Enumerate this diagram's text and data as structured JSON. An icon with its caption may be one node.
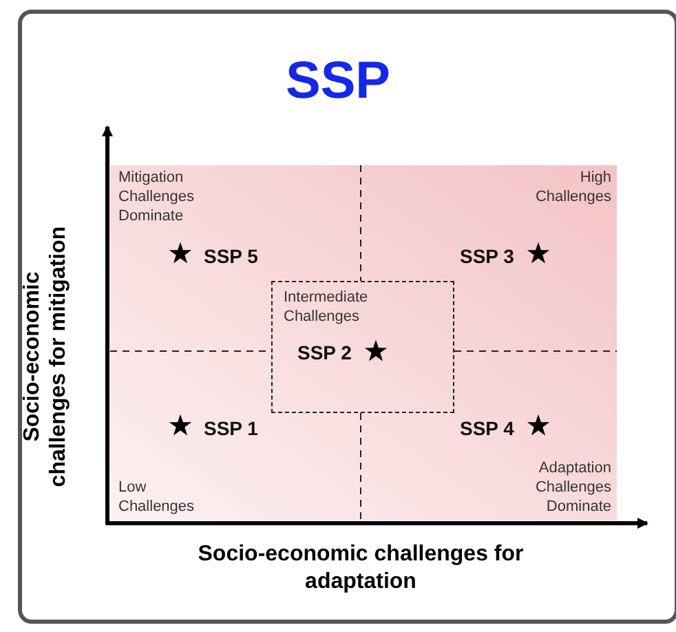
{
  "diagram": {
    "title": "SSP",
    "nodes": [
      {
        "text": [
          "Intermediate Challenges",
          "SSP 2"
        ]
      }
    ],
    "edges": [],
    "labels": [
      "Mitigation Challenges Dominate",
      "High Challenges",
      "SSP 5",
      "SSP 3",
      "SSP 1",
      "SSP 4",
      "Low Challenges",
      "Adaptation Challenges Dominate",
      "Socio-economic challenges for mitigation",
      "Socio-economic challenges for adaptation"
    ]
  }
}
